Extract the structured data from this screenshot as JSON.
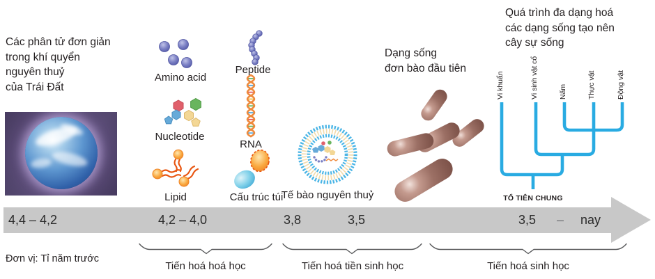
{
  "left_panel": {
    "line1": "Các phân tử đơn giản",
    "line2": "trong khí quyển",
    "line3": "nguyên thuỷ",
    "line4": "của Trái Đất"
  },
  "monomers": {
    "amino_acid": "Amino acid",
    "nucleotide": "Nucleotide",
    "lipid": "Lipid"
  },
  "polymers": {
    "peptide": "Peptide",
    "rna": "RNA",
    "vesicle": "Cấu trúc túi"
  },
  "protocell": {
    "label": "Tế bào nguyên thuỷ"
  },
  "first_cell": {
    "line1": "Dạng sống",
    "line2": "đơn bào đầu tiên"
  },
  "tree": {
    "heading_line1": "Quá trình đa dạng hoá",
    "heading_line2": "các dạng sống tạo nên",
    "heading_line3": "cây sự sống",
    "taxa": [
      "Vi khuẩn",
      "Vi sinh vật cổ",
      "Nấm",
      "Thực vật",
      "Động vật"
    ],
    "ancestor": "TỔ TIÊN CHUNG"
  },
  "timeline": {
    "t1": "4,4 – 4,2",
    "t2": "4,2 – 4,0",
    "t3": "3,8",
    "t4": "3,5",
    "t5": "3,5",
    "dash": "–",
    "t6": "nay",
    "unit": "Đơn vị: Tỉ năm trước"
  },
  "phases": {
    "p1": "Tiến hoá hoá học",
    "p2": "Tiến hoá tiền sinh học",
    "p3": "Tiến hoá sinh học"
  },
  "colors": {
    "tree_blue": "#29abe2",
    "arrow_gray": "#c8c8c8",
    "text_dark": "#231f20",
    "bacteria_brown": "#9c7065",
    "membrane_blue": "#4ab5e6",
    "membrane_tan": "#f2dcae",
    "lipid_orange": "#e8540f",
    "amino_purple": "#7b80c4"
  }
}
